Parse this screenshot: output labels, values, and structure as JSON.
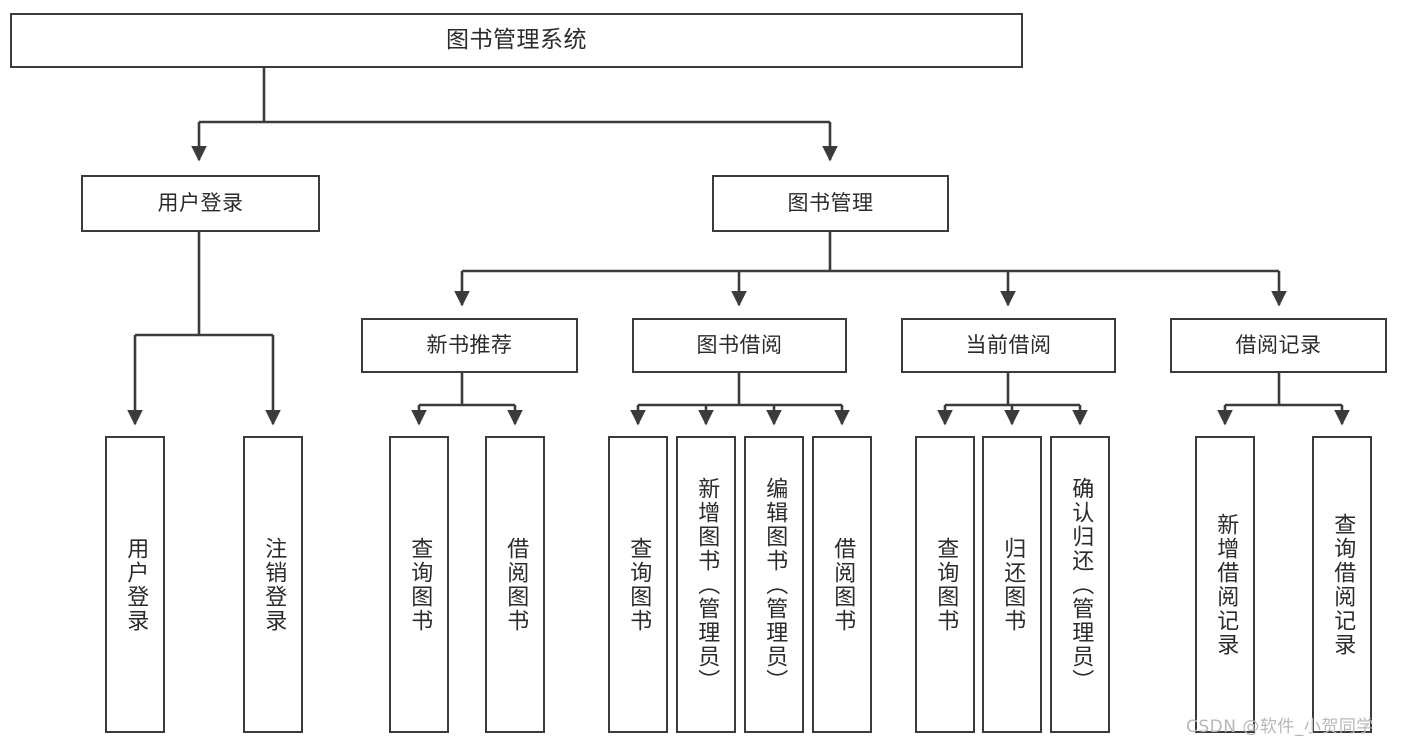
{
  "diagram": {
    "type": "tree",
    "title": "图书管理系统",
    "root": {
      "label": "图书管理系统"
    },
    "level1": [
      {
        "label": "用户登录"
      },
      {
        "label": "图书管理"
      }
    ],
    "level2": [
      {
        "label": "新书推荐"
      },
      {
        "label": "图书借阅"
      },
      {
        "label": "当前借阅"
      },
      {
        "label": "借阅记录"
      }
    ],
    "leaves": {
      "user_login": [
        {
          "label": "用户登录"
        },
        {
          "label": "注销登录"
        }
      ],
      "new_book_recommend": [
        {
          "label": "查询图书"
        },
        {
          "label": "借阅图书"
        }
      ],
      "book_borrow": [
        {
          "label": "查询图书"
        },
        {
          "label": "新增图书（管理员）"
        },
        {
          "label": "编辑图书（管理员）"
        },
        {
          "label": "借阅图书"
        }
      ],
      "current_borrow": [
        {
          "label": "查询图书"
        },
        {
          "label": "归还图书"
        },
        {
          "label": "确认归还（管理员）"
        }
      ],
      "borrow_record": [
        {
          "label": "新增借阅记录"
        },
        {
          "label": "查询借阅记录"
        }
      ]
    }
  },
  "watermark": {
    "text": "CSDN @软件_小贺同学"
  },
  "colors": {
    "stroke": "#3b3b3b",
    "background": "#ffffff",
    "text": "#2b2b2b",
    "watermark": "#b8b8b8"
  }
}
